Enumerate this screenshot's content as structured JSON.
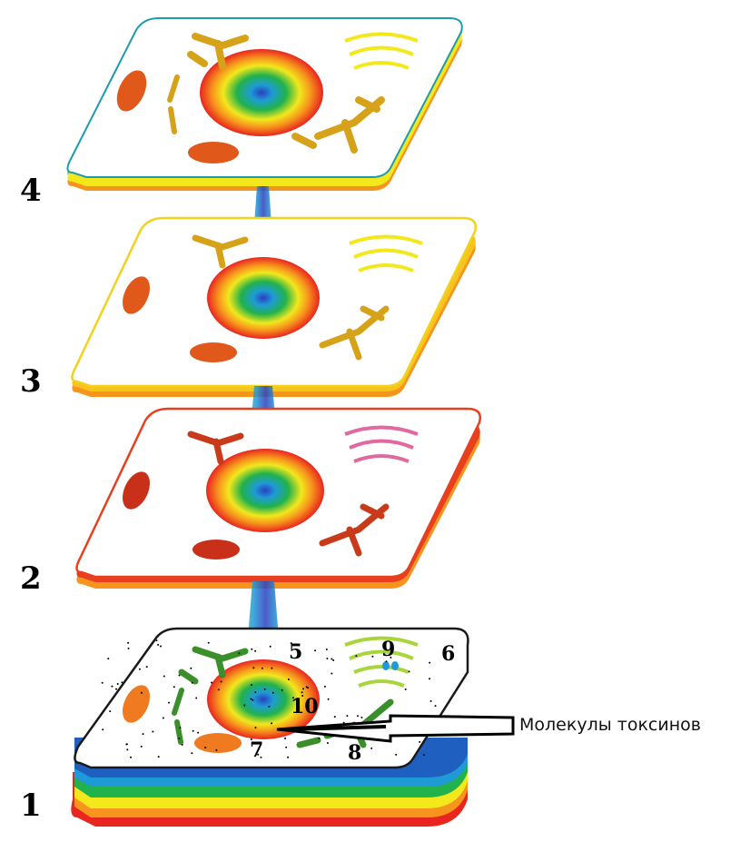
{
  "layers": [
    {
      "label": "1",
      "edge_color": "#1a1a1a",
      "stripes": [
        "#1f5fbf",
        "#1e9bd6",
        "#21b24b",
        "#f2e81c",
        "#f7941d",
        "#e8251f"
      ],
      "cell": "cell-1"
    },
    {
      "label": "2",
      "edge_color": "#e8401f",
      "stripes": [
        "#f7941d",
        "#e8251f"
      ],
      "cell": "cell-2"
    },
    {
      "label": "3",
      "edge_color": "#f2d21c",
      "stripes": [
        "#f7c41d",
        "#f7941d"
      ],
      "cell": "cell-3"
    },
    {
      "label": "4",
      "edge_color": "#1f9bb0",
      "stripes": [
        "#21b24b",
        "#f2e81c",
        "#f7941d"
      ],
      "cell": "cell-4"
    }
  ],
  "markers": [
    "5",
    "6",
    "7",
    "8",
    "9",
    "10"
  ],
  "annotation": {
    "text": "Молекулы токсинов"
  },
  "colors": {
    "nucleus_rings": [
      "#e8251f",
      "#f7941d",
      "#f2e81c",
      "#21b24b",
      "#1e9bd6",
      "#2b3fbf"
    ],
    "organelle_layer1": "#3a8f2a",
    "organelle_layer2": "#c83a1a",
    "organelle_layer3": "#d6a21a",
    "organelle_layer4": "#d6a21a",
    "mito_layer1": "#f07a20",
    "mito_layer2": "#c8301a",
    "mito_layer3": "#e0581a",
    "mito_layer4": "#e0581a"
  }
}
